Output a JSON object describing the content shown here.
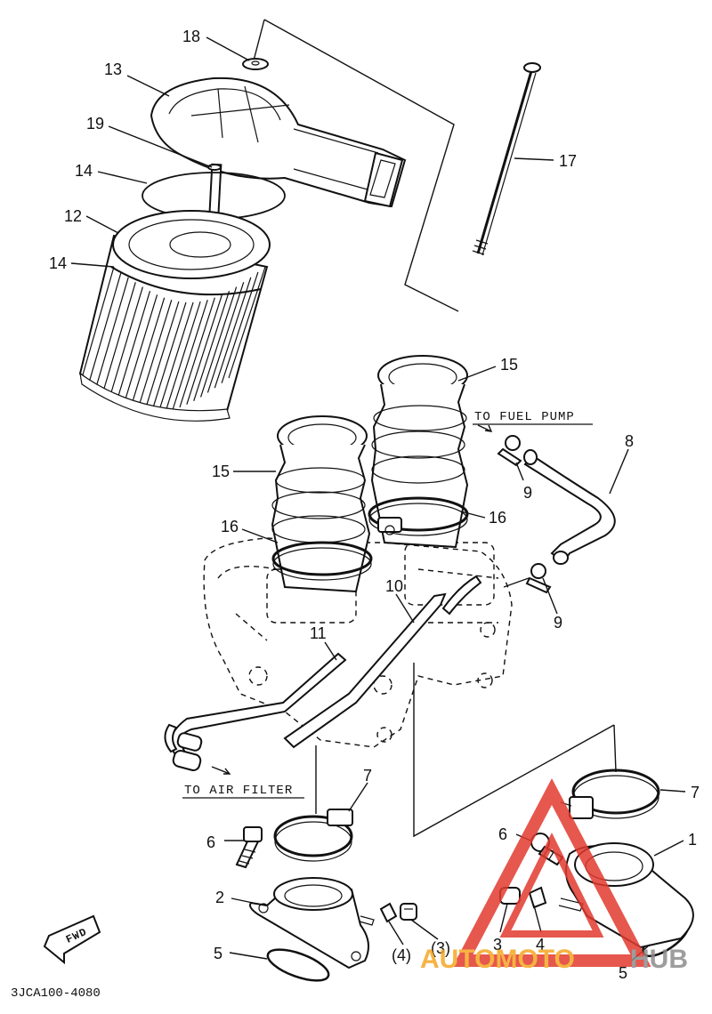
{
  "diagram": {
    "callouts": {
      "p1": "1",
      "p2": "2",
      "p3": "3",
      "p3b": "(3)",
      "p4": "4",
      "p4b": "(4)",
      "p5a": "5",
      "p5b": "5",
      "p6a": "6",
      "p6b": "6",
      "p7a": "7",
      "p7b": "7",
      "p8": "8",
      "p9a": "9",
      "p9b": "9",
      "p10": "10",
      "p11": "11",
      "p12": "12",
      "p13": "13",
      "p14a": "14",
      "p14b": "14",
      "p15a": "15",
      "p15b": "15",
      "p16a": "16",
      "p16b": "16",
      "p17": "17",
      "p18": "18",
      "p19": "19"
    },
    "notes": {
      "fuel_pump": "TO FUEL PUMP",
      "air_filter": "TO AIR FILTER",
      "fwd": "FWD"
    },
    "drawing_code": "3JCA100-4080"
  },
  "watermark": {
    "part1": "AUTOMOTO",
    "part2": "HUB",
    "colors": {
      "red": "#e23a2e",
      "orange": "#f5a623",
      "grey": "#8c8c8c"
    }
  }
}
